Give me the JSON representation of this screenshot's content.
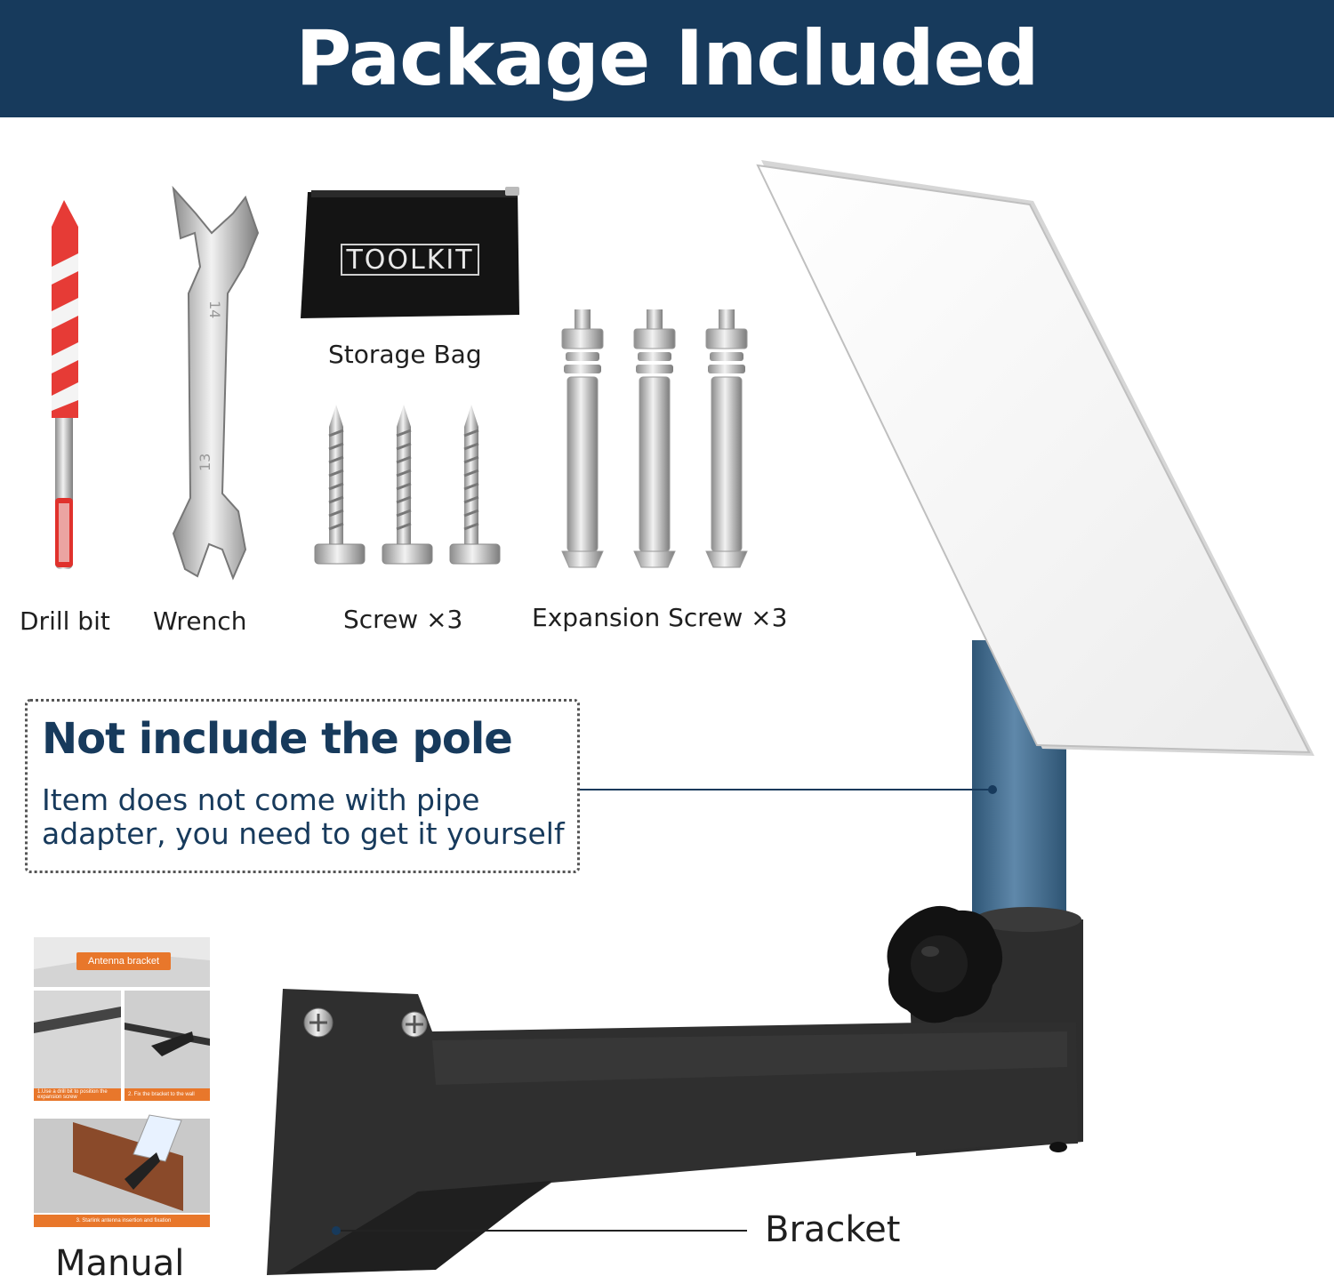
{
  "header": {
    "title": "Package Included"
  },
  "items": {
    "drill_bit": "Drill bit",
    "wrench": "Wrench",
    "storage_bag": "Storage Bag",
    "bag_text": "TOOLKIT",
    "screw": "Screw ×3",
    "expansion_screw": "Expansion Screw ×3",
    "bracket": "Bracket",
    "manual": "Manual"
  },
  "wrench_sizes": {
    "top": "14",
    "bottom": "13"
  },
  "note": {
    "title": "Not include the pole",
    "body": "Item does not come with pipe adapter, you need to get it yourself"
  },
  "manual_preview": {
    "tag": "Antenna bracket",
    "step1": "1.Use a drill bit to position the expansion screw",
    "step2": "2. Fix the bracket to the wall",
    "step3": "3. Starlink antenna insertion and fixation"
  },
  "colors": {
    "banner": "#173a5c",
    "pole": "#4a7394",
    "bracket": "#2f2f2f",
    "accent": "#e8772b"
  }
}
